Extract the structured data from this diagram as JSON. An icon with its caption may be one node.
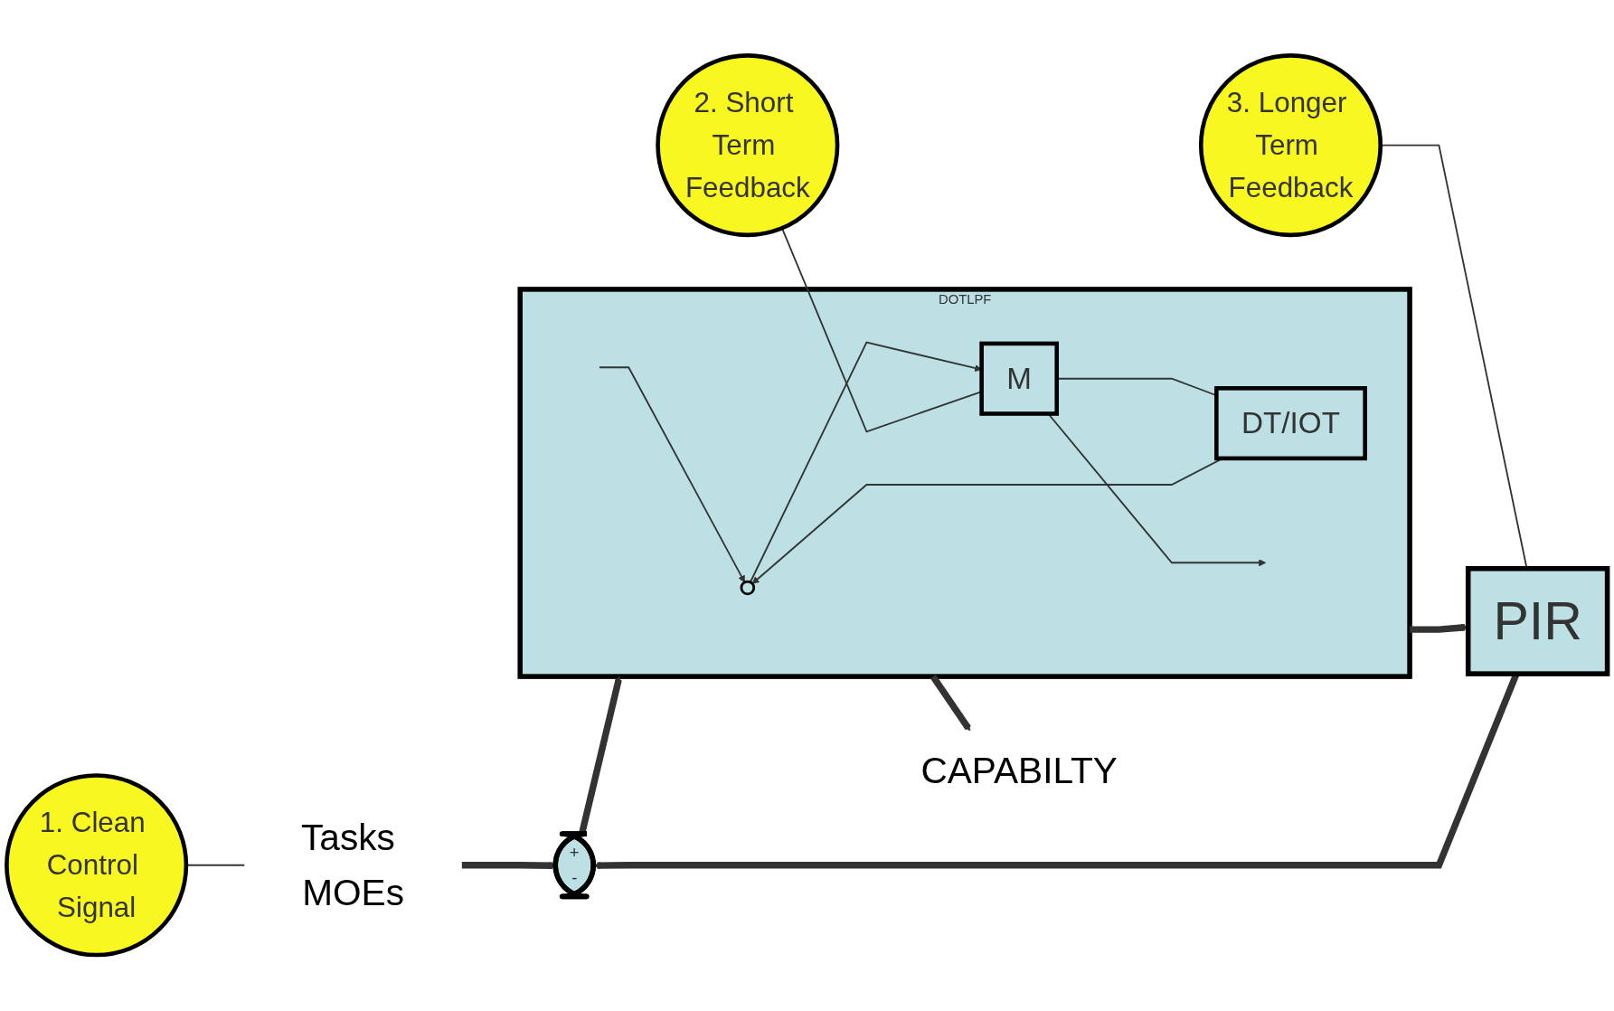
{
  "diagram": {
    "nodes": [
      {
        "text": [
          "Tasks MOEs"
        ]
      },
      {
        "text": [
          "+",
          "-"
        ]
      },
      {
        "text": [
          "DOTLPF"
        ]
      },
      {
        "text": [],
        "shape": "circle",
        "in": 2
      },
      {
        "text": [
          "M"
        ],
        "in": 2
      },
      {
        "text": [
          "DT/IOT"
        ],
        "in": 2
      },
      {
        "text": [
          "CAPABILTY"
        ]
      },
      {
        "text": [
          "PIR"
        ]
      },
      {
        "text": [
          "1. Clean Control Signal"
        ]
      },
      {
        "text": [
          "2. Short Term Feedback"
        ]
      },
      {
        "text": [
          "3. Longer Term Feedback"
        ]
      }
    ],
    "edges": [
      {
        "from": 0,
        "to": 1,
        "arrow": "to",
        "style": "thick"
      },
      {
        "from": 1,
        "to": 2,
        "arrow": "to",
        "style": "thick"
      },
      {
        "from": null,
        "to": 3,
        "arrow": "to"
      },
      {
        "from": 3,
        "to": 4,
        "arrow": "to"
      },
      {
        "from": 4,
        "to": null,
        "arrow": "to"
      },
      {
        "from": 4,
        "to": 5,
        "arrow": "none"
      },
      {
        "from": 5,
        "to": 3,
        "arrow": "to"
      },
      {
        "from": 2,
        "to": 6,
        "arrow": "to",
        "style": "thick"
      },
      {
        "from": 2,
        "to": 7,
        "arrow": "to",
        "style": "thick"
      },
      {
        "from": 7,
        "to": 1,
        "arrow": "to",
        "style": "thick"
      },
      {
        "from": 8,
        "to": 0,
        "arrow": "none"
      },
      {
        "from": 9,
        "to": 4,
        "arrow": "none"
      },
      {
        "from": 10,
        "to": 7,
        "arrow": "none"
      }
    ]
  }
}
